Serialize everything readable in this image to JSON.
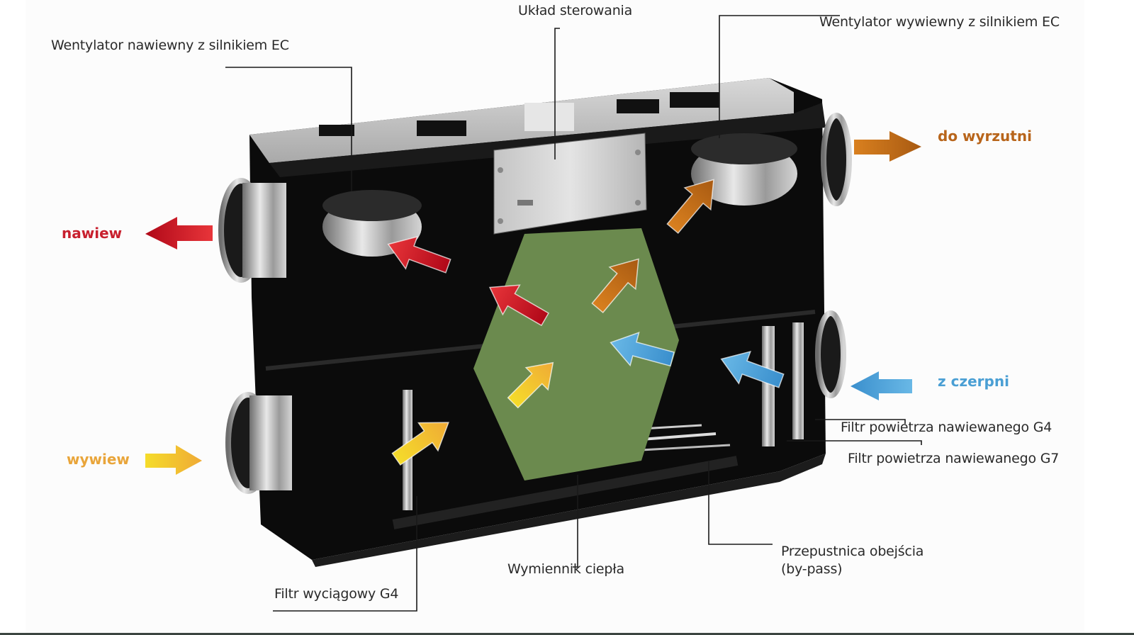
{
  "diagram": {
    "subject": "Rekuperator (heat recovery ventilation unit) cutaway",
    "component_labels": {
      "supply_fan": "Wentylator nawiewny z silnikiem EC",
      "control_unit": "Układ sterowania",
      "exhaust_fan": "Wentylator wywiewny z silnikiem EC",
      "supply_filter_g4": "Filtr powietrza nawiewanego G4",
      "supply_filter_g7": "Filtr powietrza nawiewanego G7",
      "bypass_damper_line1": "Przepustnica obejścia",
      "bypass_damper_line2": "(by-pass)",
      "heat_exchanger": "Wymiennik ciepła",
      "extract_filter_g4": "Filtr wyciągowy G4"
    },
    "flows": {
      "supply_out": {
        "label": "nawiew",
        "color": "#c8102e",
        "direction": "left"
      },
      "extract_in": {
        "label": "wywiew",
        "color": "#f0a830",
        "direction": "right"
      },
      "exhaust_out": {
        "label": "do wyrzutni",
        "color": "#b8651b",
        "direction": "right"
      },
      "intake_in": {
        "label": "z czerpni",
        "color": "#4a9fd4",
        "direction": "left"
      }
    },
    "colors": {
      "heat_exchanger": "#6b8a4e",
      "casing": "#0d0d0d",
      "red": "#d0202a",
      "orange": "#c56a16",
      "yellow": "#f2c230",
      "blue": "#4c9ed6"
    }
  }
}
